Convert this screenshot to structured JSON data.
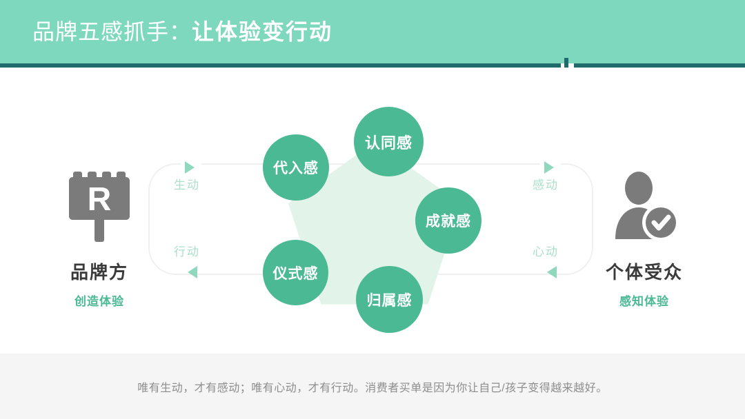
{
  "header": {
    "title_light": "品牌五感抓手：",
    "title_bold": "让体验变行动",
    "background_color": "#7ed8be",
    "rule_color": "#1f6b6b"
  },
  "diagram": {
    "accent_color": "#4bb994",
    "pentagon_color": "#e2f3ea",
    "track_color": "#f0f0f0",
    "arrow_color": "#8fd8bd",
    "senses": [
      {
        "label": "代入感"
      },
      {
        "label": "认同感"
      },
      {
        "label": "成就感"
      },
      {
        "label": "归属感"
      },
      {
        "label": "仪式感"
      }
    ],
    "flow_labels": [
      {
        "label": "生动",
        "side": "left",
        "position": "top",
        "direction": "right"
      },
      {
        "label": "行动",
        "side": "left",
        "position": "bottom",
        "direction": "left"
      },
      {
        "label": "感动",
        "side": "right",
        "position": "top",
        "direction": "right"
      },
      {
        "label": "心动",
        "side": "right",
        "position": "bottom",
        "direction": "left"
      }
    ],
    "entities": [
      {
        "icon": "brand-stamp-icon",
        "letter": "R",
        "name": "品牌方",
        "sub": "创造体验"
      },
      {
        "icon": "user-verified-icon",
        "name": "个体受众",
        "sub": "感知体验"
      }
    ]
  },
  "footer": {
    "caption": "唯有生动，才有感动；唯有心动，才有行动。消费者买单是因为你让自己/孩子变得越来越好。",
    "background_color": "#f5f5f5"
  }
}
